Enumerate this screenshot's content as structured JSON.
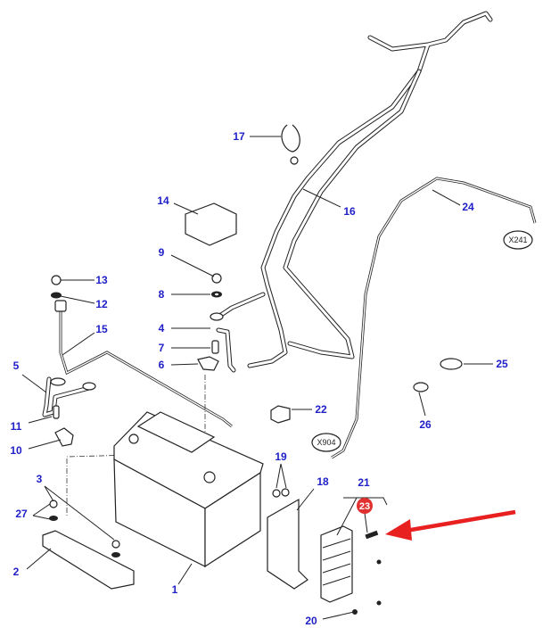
{
  "diagram": {
    "callouts": [
      {
        "id": "1",
        "label": "1"
      },
      {
        "id": "2",
        "label": "2"
      },
      {
        "id": "3",
        "label": "3"
      },
      {
        "id": "4",
        "label": "4"
      },
      {
        "id": "5",
        "label": "5"
      },
      {
        "id": "6",
        "label": "6"
      },
      {
        "id": "7",
        "label": "7"
      },
      {
        "id": "8",
        "label": "8"
      },
      {
        "id": "9",
        "label": "9"
      },
      {
        "id": "10",
        "label": "10"
      },
      {
        "id": "11",
        "label": "11"
      },
      {
        "id": "12",
        "label": "12"
      },
      {
        "id": "13",
        "label": "13"
      },
      {
        "id": "14",
        "label": "14"
      },
      {
        "id": "15",
        "label": "15"
      },
      {
        "id": "16",
        "label": "16"
      },
      {
        "id": "17",
        "label": "17"
      },
      {
        "id": "18",
        "label": "18"
      },
      {
        "id": "19",
        "label": "19"
      },
      {
        "id": "20",
        "label": "20"
      },
      {
        "id": "21",
        "label": "21"
      },
      {
        "id": "22",
        "label": "22"
      },
      {
        "id": "24",
        "label": "24"
      },
      {
        "id": "25",
        "label": "25"
      },
      {
        "id": "26",
        "label": "26"
      },
      {
        "id": "27",
        "label": "27"
      }
    ],
    "highlighted": {
      "label": "23",
      "color": "#e03030"
    },
    "connectors": [
      "X241",
      "X904"
    ],
    "label_color": "#2020c8",
    "arrow_color": "#e82020"
  }
}
